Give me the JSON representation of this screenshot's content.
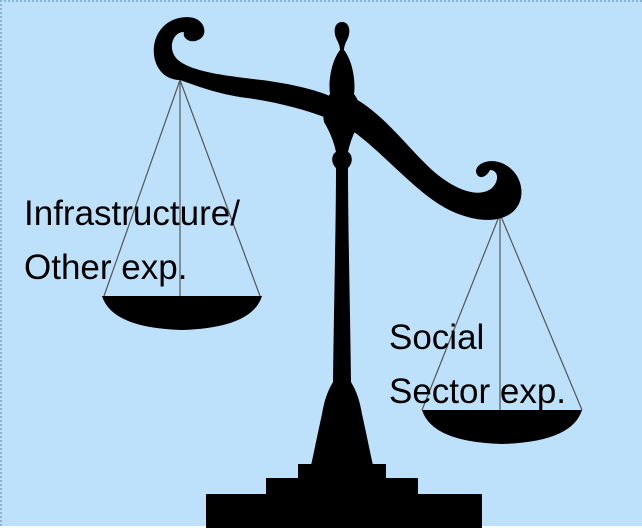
{
  "colors": {
    "background": "#bde1fb",
    "scale": "#000000",
    "strings": "#555555"
  },
  "left_pan": {
    "label_line1": "Infrastructure/",
    "label_line2": "Other exp."
  },
  "right_pan": {
    "label_line1": "Social",
    "label_line2": "Sector exp."
  }
}
